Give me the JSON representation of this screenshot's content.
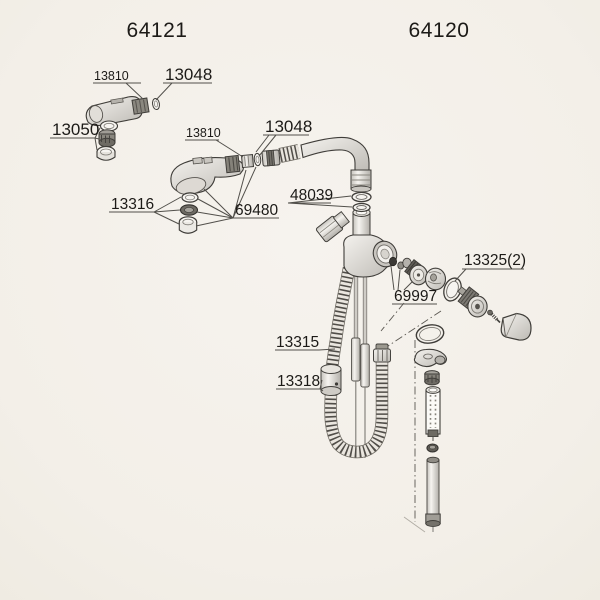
{
  "titles": {
    "left_assembly": "64121",
    "right_assembly": "64120"
  },
  "callouts": {
    "tl_hose_adapter": "13810",
    "tl_washer": "13048",
    "tl_aerator_kit": "13050",
    "mid_hose_adapter": "13810",
    "mid_washer": "13048",
    "mid_seal_kit": "13316",
    "mid_spray_head": "69480",
    "spout_orings": "48039",
    "handle_ring": "13325(2)",
    "cartridge_parts": "69997",
    "pullout_hose": "13315",
    "hose_weight": "13318"
  }
}
